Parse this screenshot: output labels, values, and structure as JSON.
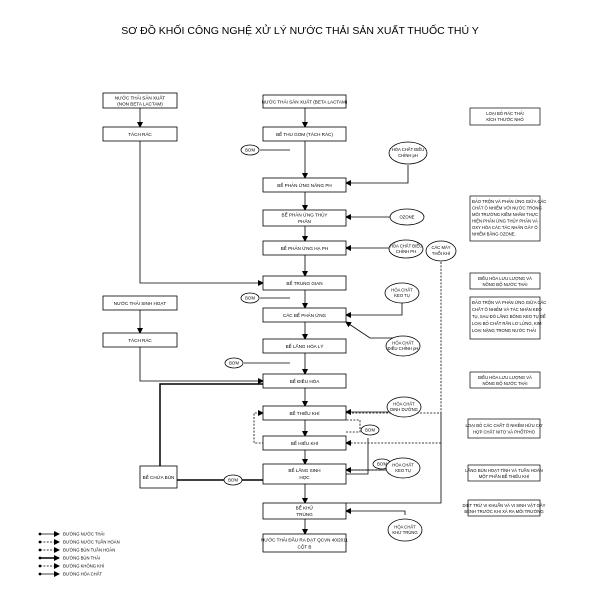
{
  "title": "SƠ ĐỒ KHỐI CÔNG NGHỆ XỬ LÝ NƯỚC THẢI SẢN XUẤT THUỐC THÚ Y",
  "main": {
    "production": "NƯỚC THẢI SẢN XUẤT (BETA LACTAM)",
    "screen_tank": "BỂ THU GOM (TÁCH RÁC)",
    "ph_tank": "BỂ PHẢN ỨNG NÂNG PH",
    "hydrolysis_l1": "BỂ PHẢN ỨNG THỦY",
    "hydrolysis_l2": "PHÂN",
    "lower_ph": "BỂ PHẢN ỨNG HẠ PH",
    "intermediate": "BỂ TRUNG GIAN",
    "reactor": "CÁC BỂ PHẢN ỨNG",
    "chem_settle": "BỂ LẮNG HÓA LÝ",
    "equalization": "BỂ ĐIỀU HÒA",
    "anaerobic": "BỂ THIẾU KHÍ",
    "aerobic": "BỂ HIẾU KHÍ",
    "bio_settle_l1": "BỂ LẮNG SINH",
    "bio_settle_l2": "HỌC",
    "disinfection_l1": "BỂ KHỬ",
    "disinfection_l2": "TRÙNG",
    "output_l1": "NƯỚC THẢI ĐẦU RA ĐẠT QCVN 40/2011",
    "output_l2": "CỘT B"
  },
  "left": {
    "non_beta_l1": "NƯỚC THẢI SẢN XUẤT",
    "non_beta_l2": "(NON BETA LACTAM)",
    "screen1": "TÁCH RÁC",
    "domestic": "NƯỚC THẢI SINH HOẠT",
    "screen2": "TÁCH RÁC",
    "sludge_tank": "BỂ CHỨA BÙN"
  },
  "pumps": {
    "label": "BƠM"
  },
  "chemicals": {
    "ph_adjust_l1": "HÓA CHẤT ĐIỀU",
    "ph_adjust_l2": "CHỈNH pH",
    "ozone": "OZONE",
    "ph_adjust2_l1": "HÓA CHẤT ĐIỀU",
    "ph_adjust2_l2": "CHỈNH PH",
    "air_blower_l1": "CÁC MÁY",
    "air_blower_l2": "THỔI KHÍ",
    "coagulant_l1": "HÓA CHẤT",
    "coagulant_l2": "KEO TỤ",
    "ph_adjust3_l1": "HÓA CHẤT",
    "ph_adjust3_l2": "ĐIỀU CHỈNH pH",
    "nutrient_l1": "HÓA CHẤT",
    "nutrient_l2": "DINH DƯỠNG",
    "polymer_l1": "HÓA CHẤT",
    "polymer_l2": "KEO TỤ",
    "disinfect_l1": "HÓA CHẤT",
    "disinfect_l2": "KHỬ TRÙNG"
  },
  "notes": {
    "n1": [
      "LOẠI BỎ RÁC THẢI",
      "KÍCH THƯỚC NHỎ"
    ],
    "n2": [
      "ĐẢO TRỘN VÀ PHẢN ỨNG GIỮA CÁC",
      "CHẤT Ô NHIỄM VỚI NƯỚC TRONG",
      "MÔI TRƯỜNG KIỀM NHẰM THỰC",
      "HIỆN PHẢN ỨNG THỦY PHÂN VÀ",
      "OXY HÓA CÁC TÁC NHÂN GÂY Ô",
      "NHIỄM BẰNG OZONE."
    ],
    "n3": [
      "ĐIỀU HÒA LƯU LƯỢNG VÀ",
      "NỒNG ĐỘ NƯỚC THẢI"
    ],
    "n4": [
      "ĐẢO TRỘN VÀ PHẢN ỨNG GIỮA CÁC",
      "CHẤT Ô NHIỄM VÀ TÁC NHÂN KEO",
      "TỤ, SAU ĐÓ LẮNG BÔNG KEO TỤ ĐỂ",
      "LOẠI BỎ CHẤT RẮN LƠ LỬNG, KIM",
      "LOẠI NẶNG TRONG NƯỚC THẢI"
    ],
    "n5": [
      "ĐIỀU HÒA LƯU LƯỢNG VÀ",
      "NỒNG ĐỘ NƯỚC THẢI"
    ],
    "n6": [
      "LOẠI BỎ CÁC CHẤT Ô NHIỄM HỮU CƠ",
      "HỢP CHẤT NITƠ VÀ PHỐTPHO"
    ],
    "n7": [
      "LẮNG BÙN HOẠT TÍNH VÀ TUẦN HOÀN",
      "MỘT PHẦN BỂ THIẾU KHÍ"
    ],
    "n8": [
      "DIỆT TRỪ VI KHUẨN VÀ VI SINH VẬT GÂY",
      "BỆNH TRƯỚC KHI XẢ RA MÔI TRƯỜNG"
    ]
  },
  "legend": [
    {
      "label": "ĐƯỜNG NƯỚC THẢI",
      "style": "thin-arrow"
    },
    {
      "label": "ĐƯỜNG NƯỚC TUẦN HOÀN",
      "style": "dashed-arrow"
    },
    {
      "label": "ĐƯỜNG BÙN TUẦN HOÀN",
      "style": "dashed-arrow"
    },
    {
      "label": "ĐƯỜNG BÙN THẢI",
      "style": "thick-arrow"
    },
    {
      "label": "ĐƯỜNG KHÔNG KHÍ",
      "style": "dashed-arrow"
    },
    {
      "label": "ĐƯỜNG HÓA CHẤT",
      "style": "thin-arrow"
    }
  ]
}
